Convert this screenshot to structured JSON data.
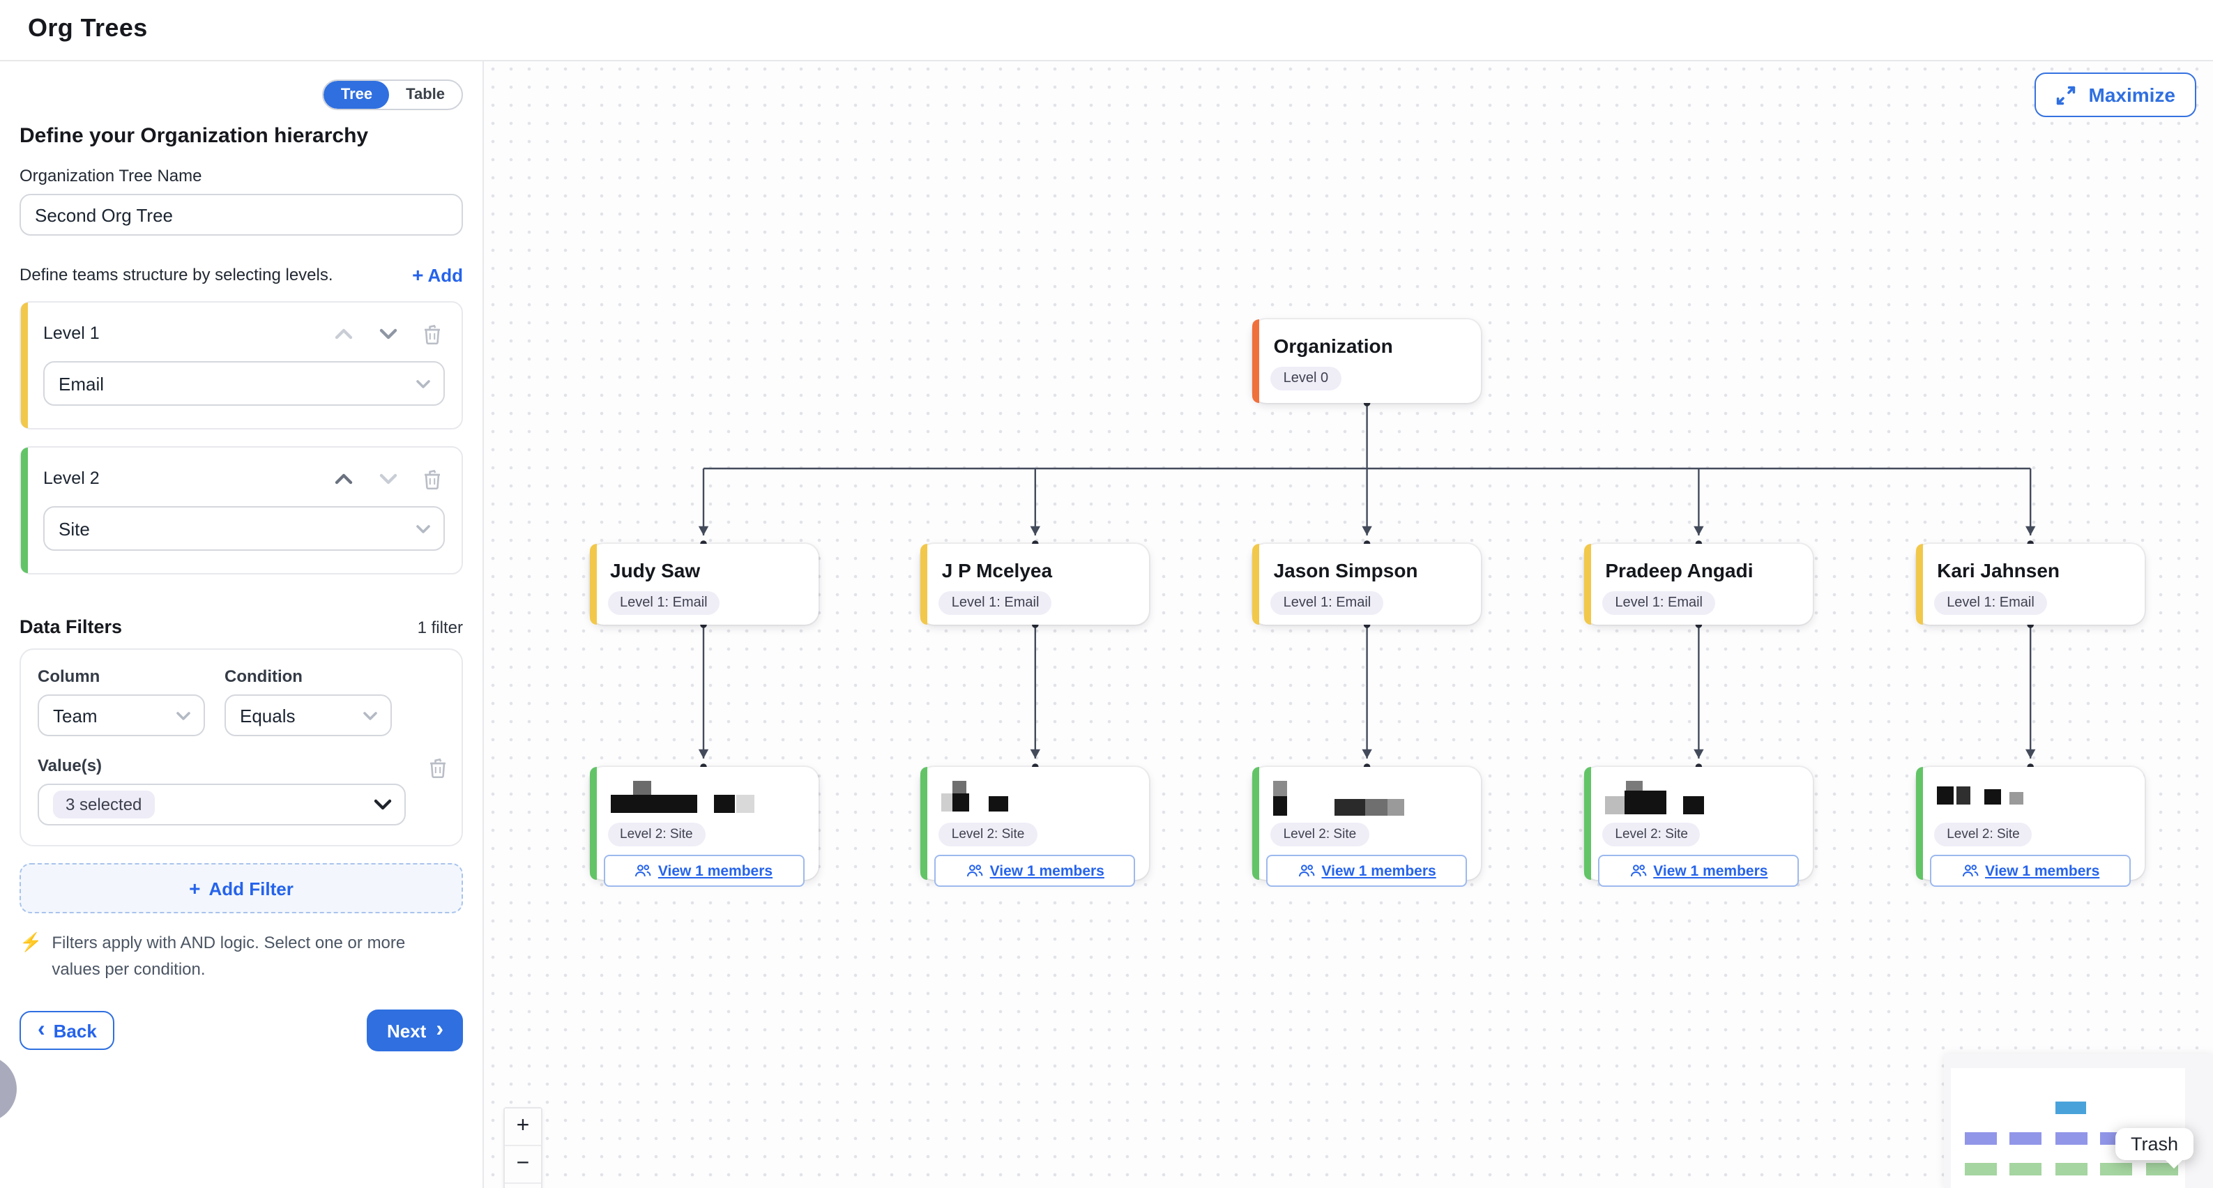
{
  "header": {
    "title": "Org Trees"
  },
  "sidebar": {
    "view_toggle": {
      "tree": "Tree",
      "table": "Table",
      "selected": "Tree"
    },
    "heading": "Define your Organization hierarchy",
    "tree_name": {
      "label": "Organization Tree Name",
      "value": "Second Org Tree"
    },
    "levels_hint": "Define teams structure by selecting levels.",
    "add_level_label": "Add",
    "levels": [
      {
        "label": "Level 1",
        "value": "Email",
        "accent": "#f2c84b"
      },
      {
        "label": "Level 2",
        "value": "Site",
        "accent": "#62c466"
      }
    ],
    "filters": {
      "title": "Data Filters",
      "count": "1 filter",
      "column_label": "Column",
      "column_value": "Team",
      "condition_label": "Condition",
      "condition_value": "Equals",
      "values_label": "Value(s)",
      "values_value": "3 selected",
      "add_label": "Add Filter",
      "note": "Filters apply with AND logic. Select one or more values per condition."
    },
    "back_label": "Back",
    "next_label": "Next"
  },
  "canvas": {
    "maximize_label": "Maximize",
    "trash_tooltip": "Trash",
    "org_chart": {
      "root": {
        "name": "Organization",
        "badge": "Level 0",
        "accent": "#f0703c"
      },
      "level1_accent": "#f2c84b",
      "level2_accent": "#62c466",
      "level1_badge": "Level 1: Email",
      "level2_badge": "Level 2: Site",
      "members_button": "View 1 members",
      "level1": [
        {
          "name": "Judy Saw"
        },
        {
          "name": "J P Mcelyea"
        },
        {
          "name": "Jason Simpson"
        },
        {
          "name": "Pradeep Angadi"
        },
        {
          "name": "Kari Jahnsen"
        }
      ],
      "level2": [
        {
          "blocks": [
            [
              16,
              0,
              13,
              10,
              "#6b6b6b"
            ],
            [
              0,
              10,
              62,
              13,
              "#121212"
            ],
            [
              74,
              10,
              15,
              13,
              "#121212"
            ],
            [
              90,
              10,
              13,
              13,
              "#d9d9d9"
            ]
          ]
        },
        {
          "blocks": [
            [
              8,
              0,
              10,
              9,
              "#6f6f6f"
            ],
            [
              0,
              9,
              10,
              13,
              "#cfcfcf"
            ],
            [
              8,
              9,
              12,
              13,
              "#121212"
            ],
            [
              34,
              11,
              14,
              11,
              "#121212"
            ]
          ]
        },
        {
          "blocks": [
            [
              0,
              0,
              10,
              11,
              "#8a8a8a"
            ],
            [
              0,
              11,
              10,
              14,
              "#121212"
            ],
            [
              44,
              13,
              22,
              12,
              "#2a2a2a"
            ],
            [
              66,
              13,
              16,
              12,
              "#6f6f6f"
            ],
            [
              82,
              13,
              12,
              12,
              "#9a9a9a"
            ]
          ]
        },
        {
          "blocks": [
            [
              15,
              0,
              12,
              11,
              "#7a7a7a"
            ],
            [
              0,
              11,
              14,
              13,
              "#bdbdbd"
            ],
            [
              14,
              7,
              30,
              17,
              "#121212"
            ],
            [
              56,
              11,
              15,
              13,
              "#121212"
            ]
          ]
        },
        {
          "blocks": [
            [
              0,
              4,
              12,
              13,
              "#121212"
            ],
            [
              14,
              4,
              10,
              13,
              "#2f2f2f"
            ],
            [
              34,
              6,
              12,
              11,
              "#121212"
            ],
            [
              52,
              8,
              10,
              9,
              "#9a9a9a"
            ]
          ]
        }
      ]
    },
    "minimap_colors": {
      "root": "#49a3da",
      "level1": "#9196e9",
      "level2": "#a5d5a0"
    }
  }
}
